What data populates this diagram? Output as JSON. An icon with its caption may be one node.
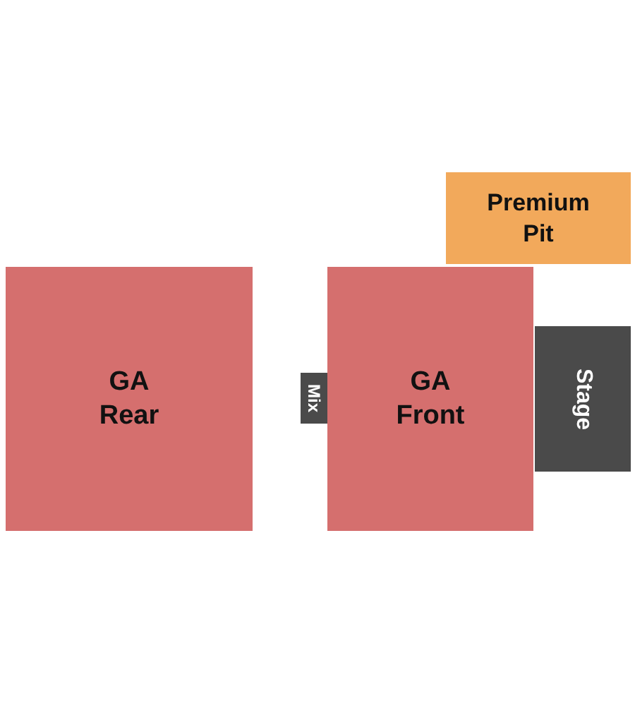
{
  "diagram": {
    "nodes": [
      {
        "text": [
          "Premium Pit"
        ]
      },
      {
        "text": [
          "GA Rear"
        ]
      },
      {
        "text": [
          "Mix"
        ]
      },
      {
        "text": [
          "GA Front"
        ]
      },
      {
        "text": [
          "Stage"
        ]
      }
    ]
  }
}
